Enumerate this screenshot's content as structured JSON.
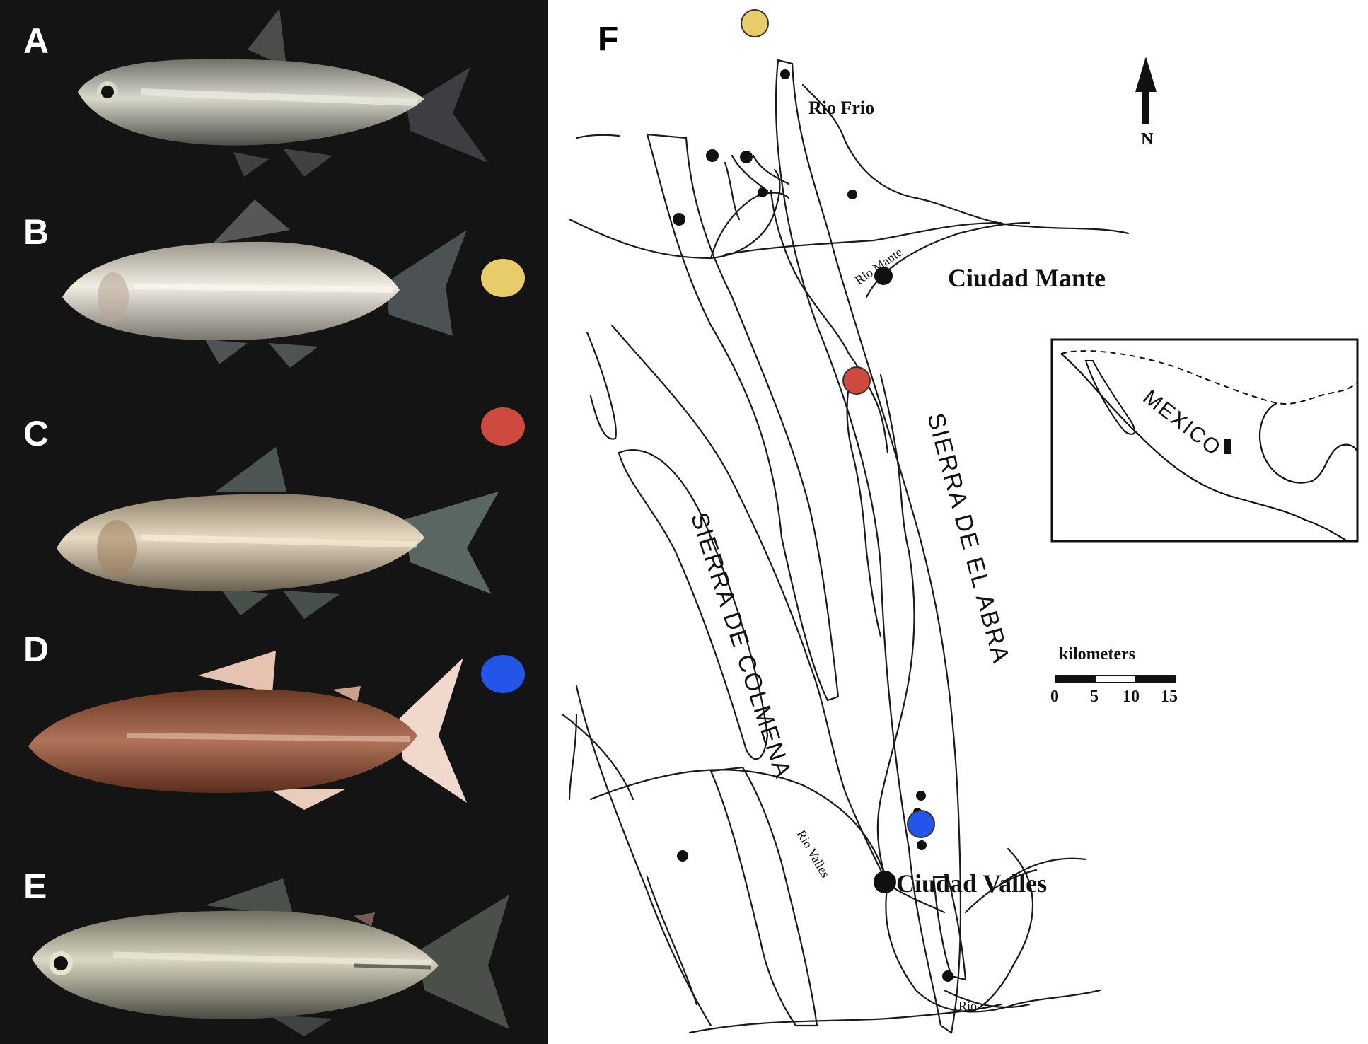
{
  "panels": {
    "a": {
      "letter": "A",
      "fish": "surface-fish",
      "body_color": "#b9b9ad",
      "marker_color": null
    },
    "b": {
      "letter": "B",
      "fish": "cave-fish",
      "body_color": "#d8d4cc",
      "marker_color": "#e8cc6a"
    },
    "c": {
      "letter": "C",
      "fish": "cave-fish",
      "body_color": "#c8b89c",
      "marker_color": "#cf4a3e"
    },
    "d": {
      "letter": "D",
      "fish": "cave-fish",
      "body_color": "#8a4a2e",
      "marker_color": "#2356e8"
    },
    "e": {
      "letter": "E",
      "fish": "surface-fish",
      "body_color": "#b8b5a2",
      "marker_color": null
    }
  },
  "map": {
    "letter": "F",
    "places": {
      "rio_frio": "Rio Frio",
      "ciudad_mante": "Ciudad Mante",
      "ciudad_valles": "Ciudad Valles",
      "rio_mante": "Rio Mante",
      "rio_valles": "Rio Valles",
      "rio_bottom": "Rio",
      "sierra_colmena": "SIERRA DE COLMENA",
      "sierra_abra": "SIERRA DE EL ABRA",
      "mexico": "MEXICO"
    },
    "north_label": "N",
    "scale": {
      "title": "kilometers",
      "ticks": [
        "0",
        "5",
        "10",
        "15"
      ]
    },
    "site_colors": {
      "yellow": "#e8cc6a",
      "red": "#cf4a3e",
      "blue": "#2356e8"
    }
  }
}
